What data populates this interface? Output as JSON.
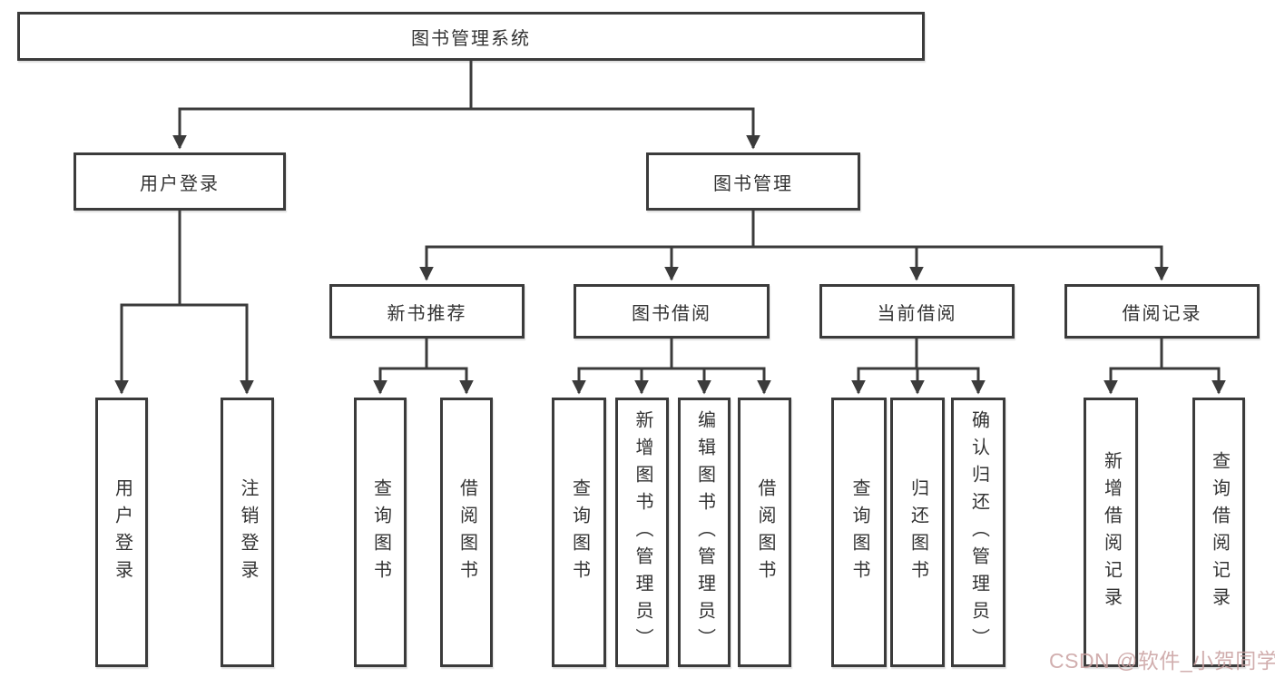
{
  "diagram": {
    "title": "图书管理系统",
    "root": {
      "label": "图书管理系统"
    },
    "branches": [
      {
        "label": "用户登录",
        "children": [
          "用户登录",
          "注销登录"
        ]
      },
      {
        "label": "图书管理",
        "groups": [
          {
            "label": "新书推荐",
            "children": [
              "查询图书",
              "借阅图书"
            ]
          },
          {
            "label": "图书借阅",
            "children": [
              "查询图书",
              "新增图书（管理员）",
              "编辑图书（管理员）",
              "借阅图书"
            ]
          },
          {
            "label": "当前借阅",
            "children": [
              "查询图书",
              "归还图书",
              "确认归还（管理员）"
            ]
          },
          {
            "label": "借阅记录",
            "children": [
              "新增借阅记录",
              "查询借阅记录"
            ]
          }
        ]
      }
    ],
    "watermark": "CSDN @软件_小贺同学",
    "colors": {
      "line": "#3b3b3b",
      "box_border": "#3b3b3b",
      "text": "#333333",
      "watermark": "#c9a0a0",
      "background": "#ffffff"
    }
  }
}
